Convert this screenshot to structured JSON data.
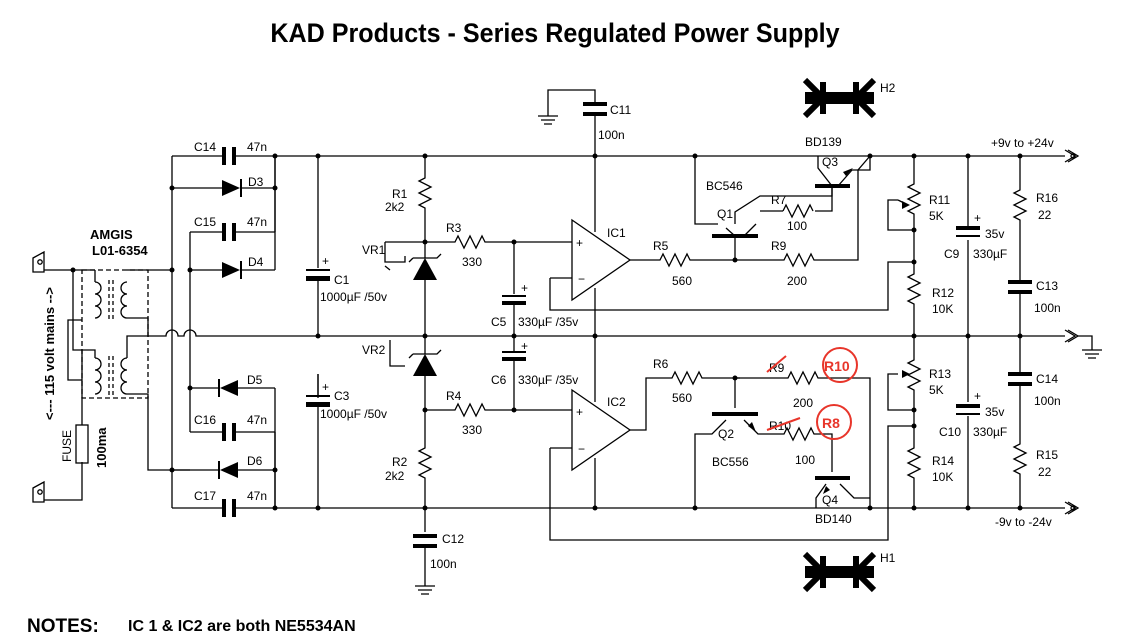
{
  "title": "KAD Products - Series Regulated Power Supply",
  "notes": {
    "heading": "NOTES:",
    "text": "IC 1 & IC2 are both NE5534AN"
  },
  "transformer": {
    "brand": "AMGIS",
    "part": "L01-6354"
  },
  "mains_label": "<--- 115 volt mains -->",
  "fuse": {
    "label": "FUSE",
    "rating": "100ma"
  },
  "outputs": {
    "positive": "+9v to +24v",
    "negative": "-9v to -24v"
  },
  "heatsinks": {
    "h1": "H1",
    "h2": "H2"
  },
  "components": {
    "c14": "C14",
    "c14_val": "47n",
    "c15": "C15",
    "c15_val": "47n",
    "c16": "C16",
    "c16_val": "47n",
    "c17": "C17",
    "c17_val": "47n",
    "d3": "D3",
    "d4": "D4",
    "d5": "D5",
    "d6": "D6",
    "c1": "C1",
    "c1_val": "1000µF /50v",
    "c3": "C3",
    "c3_val": "1000µF /50v",
    "r1": "R1",
    "r1_val": "2k2",
    "r2": "R2",
    "r2_val": "2k2",
    "vr1": "VR1",
    "vr2": "VR2",
    "r3": "R3",
    "r3_val": "330",
    "r4": "R4",
    "r4_val": "330",
    "c5": "C5",
    "c5_val": "330µF /35v",
    "c6": "C6",
    "c6_val": "330µF /35v",
    "c11": "C11",
    "c11_val": "100n",
    "c12": "C12",
    "c12_val": "100n",
    "ic1": "IC1",
    "ic2": "IC2",
    "r5": "R5",
    "r5_val": "560",
    "r6": "R6",
    "r6_val": "560",
    "q1": "Q1",
    "q1_type": "BC546",
    "q2": "Q2",
    "q2_type": "BC556",
    "q3": "Q3",
    "q3_type": "BD139",
    "q4": "Q4",
    "q4_type": "BD140",
    "r7": "R7",
    "r7_val": "100",
    "r9": "R9",
    "r9_val": "200",
    "r9_struck": "R9",
    "r10_struck": "R10",
    "r10_corr_val": "200",
    "r8_corr_val": "100",
    "r10_fix": "R10",
    "r8_fix": "R8",
    "r11": "R11",
    "r11_val": "5K",
    "r12": "R12",
    "r12_val": "10K",
    "r13": "R13",
    "r13_val": "5K",
    "r14": "R14",
    "r14_val": "10K",
    "c9": "C9",
    "c9_v": "35v",
    "c9_val": "330µF",
    "c10": "C10",
    "c10_v": "35v",
    "c10_val": "330µF",
    "r16": "R16",
    "r16_val": "22",
    "r15": "R15",
    "r15_val": "22",
    "c13": "C13",
    "c13_val": "100n",
    "c14b": "C14",
    "c14b_val": "100n",
    "plus": "+"
  }
}
